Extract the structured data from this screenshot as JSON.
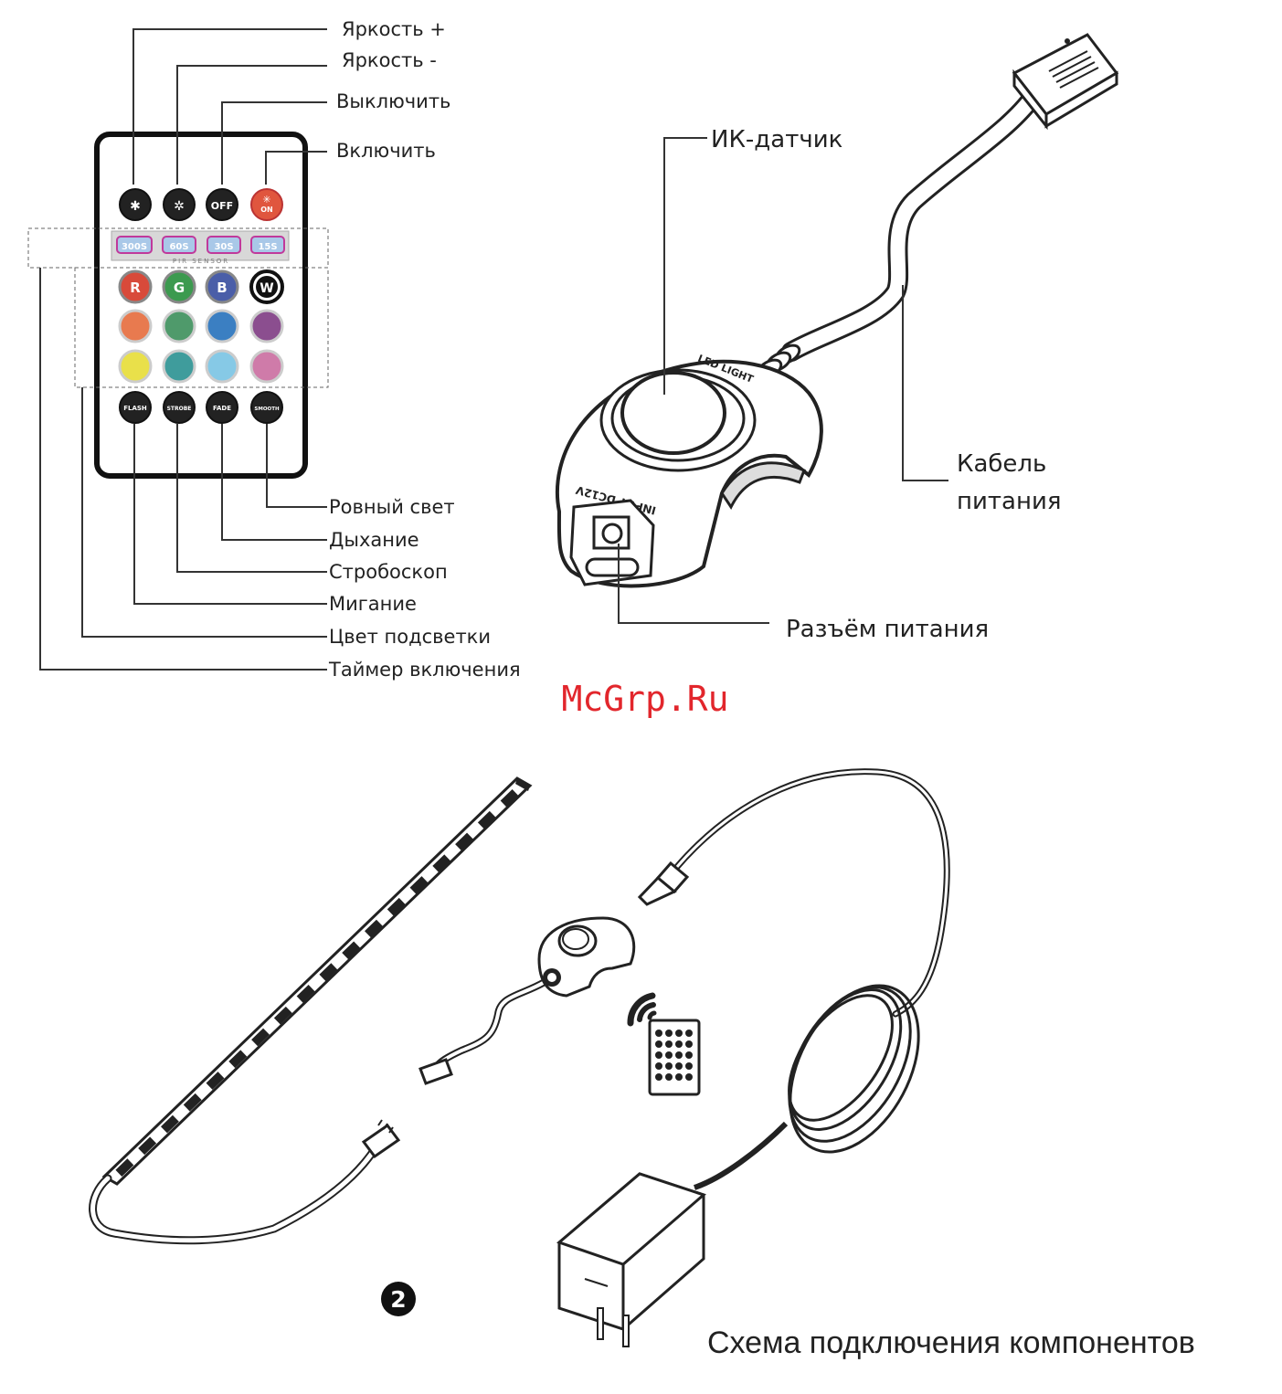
{
  "remote_labels": {
    "brightness_up": "Яркость +",
    "brightness_down": "Яркость -",
    "off": "Выключить",
    "on": "Включить",
    "smooth": "Ровный свет",
    "fade": "Дыхание",
    "strobe": "Стробоскоп",
    "flash": "Мигание",
    "color": "Цвет подсветки",
    "timer": "Таймер включения"
  },
  "remote_buttons": {
    "off": "OFF",
    "on": "ON",
    "r": "R",
    "g": "G",
    "b": "B",
    "w": "W",
    "flash": "FLASH",
    "strobe": "STROBE",
    "fade": "FADE",
    "smooth": "SMOOTH",
    "pir": "PIR SENSOR"
  },
  "timer_buttons": [
    "300S",
    "60S",
    "30S",
    "15S"
  ],
  "color_rows": [
    [
      "#e87a4f",
      "#4f9a6b",
      "#3b7fc2",
      "#8b4e8f"
    ],
    [
      "#e9e04a",
      "#3f9c9c",
      "#86c9e6",
      "#cf7ba9"
    ]
  ],
  "rgbw_colors": [
    "#d84a3a",
    "#3c9a4f",
    "#4a5ea8",
    "#ffffff"
  ],
  "sensor_labels": {
    "ir_sensor": "ИК-датчик",
    "power_cable_line1": "Кабель",
    "power_cable_line2": "питания",
    "power_socket": "Разъём питания",
    "device_text1": "LED LIGHT",
    "device_text2": "INPUT DC12V"
  },
  "watermark": "McGrp.Ru",
  "step_number": "2",
  "caption": "Схема подключения компонентов",
  "colors": {
    "watermark": "#e2262c",
    "line": "#222222"
  }
}
